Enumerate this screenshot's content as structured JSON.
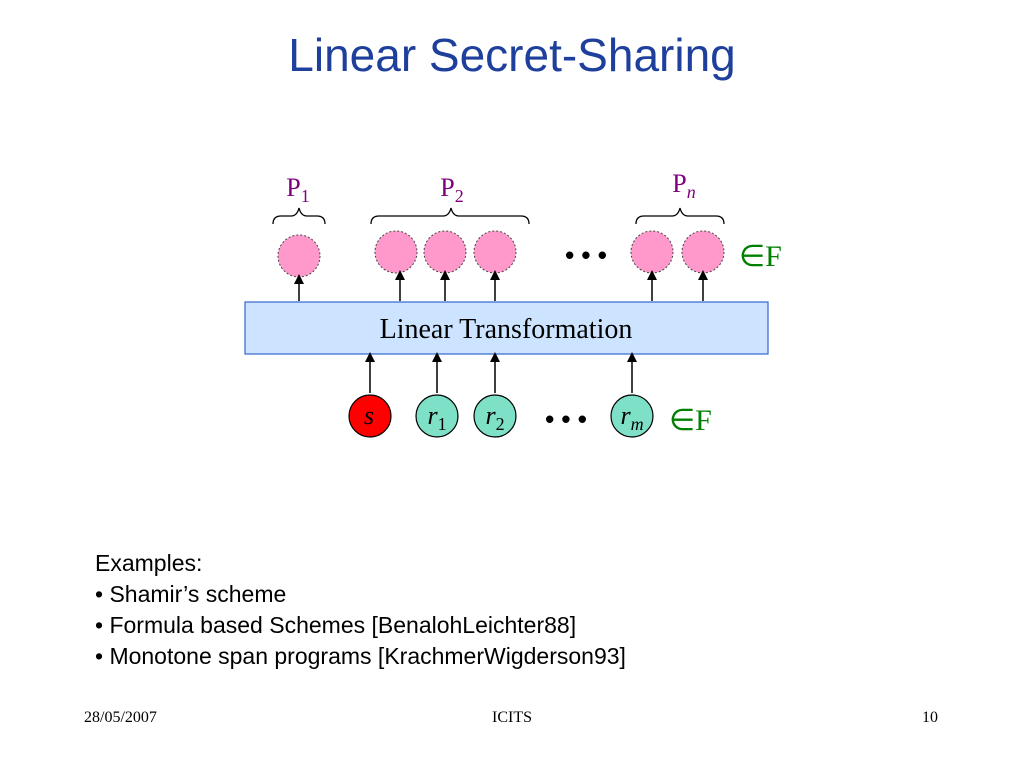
{
  "slide": {
    "title": "Linear Secret-Sharing",
    "footer": {
      "date": "28/05/2007",
      "venue": "ICITS",
      "page": "10"
    }
  },
  "diagram": {
    "box_label": "Linear Transformation",
    "ellipsis": "• • •",
    "field_label": "∈F",
    "groups": [
      {
        "base": "P",
        "sub": "1"
      },
      {
        "base": "P",
        "sub": "2"
      },
      {
        "base": "P",
        "sub": "n"
      }
    ],
    "inputs": [
      {
        "base": "s",
        "sub": ""
      },
      {
        "base": "r",
        "sub": "1"
      },
      {
        "base": "r",
        "sub": "2"
      },
      {
        "base": "r",
        "sub": "m"
      }
    ],
    "colors": {
      "title": "#1f3f9c",
      "group_label": "#800080",
      "share_fill": "#ff99cc",
      "box_fill": "#cce4ff",
      "box_stroke": "#3366cc",
      "secret_fill": "#ff0000",
      "random_fill": "#7fe0c8",
      "field_label": "#008000"
    }
  },
  "examples": {
    "heading": "Examples:",
    "items": [
      "• Shamir’s scheme",
      "• Formula based Schemes [BenalohLeichter88]",
      "• Monotone span programs [KrachmerWigderson93]"
    ]
  }
}
